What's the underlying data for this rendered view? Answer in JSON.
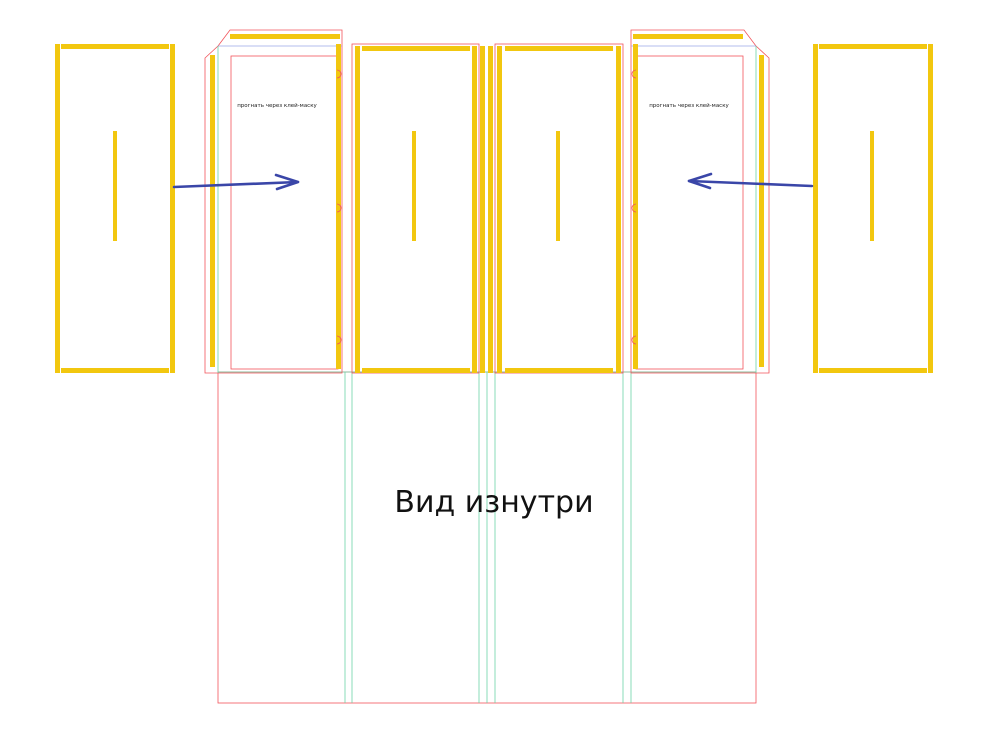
{
  "notes": {
    "left_panel": "прогнать через клей-маску",
    "right_panel": "прогнать через клей-маску"
  },
  "caption": "Вид изнутри",
  "colors": {
    "glue_strip": "#f2c70f",
    "cut_line": "#f2545b",
    "fold_line": "#6dd3a8",
    "guide_line": "#9aa7e8",
    "arrow": "#3a46a8",
    "background": "#ffffff"
  },
  "icons": {
    "left_arrow": "arrow-right-icon",
    "right_arrow": "arrow-left-icon"
  }
}
